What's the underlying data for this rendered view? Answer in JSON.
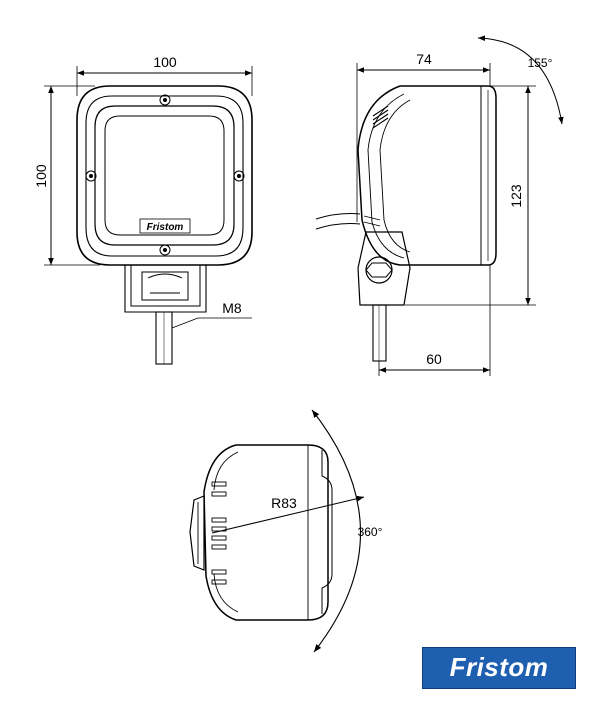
{
  "front_view": {
    "width_dim": "100",
    "height_dim": "100",
    "brand_label": "Fristom",
    "thread_label": "M8"
  },
  "side_view": {
    "depth_dim": "74",
    "height_dim": "123",
    "bracket_dim": "60",
    "tilt_angle": "155°"
  },
  "top_view": {
    "radius_label": "R83",
    "rotation_angle": "360°"
  },
  "logo": {
    "text": "Fristom",
    "color": "#1f5fb0"
  }
}
